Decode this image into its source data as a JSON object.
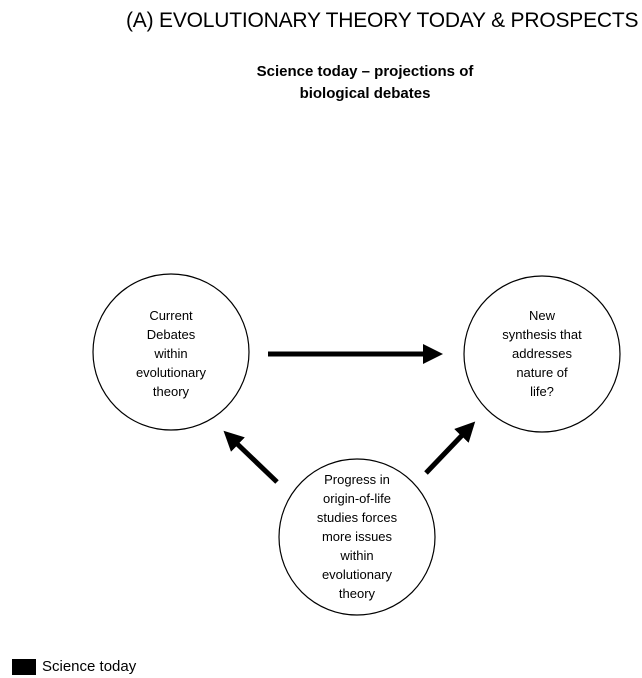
{
  "title": "(A) EVOLUTIONARY THEORY TODAY & PROSPECTS",
  "subtitle": {
    "line1": "Science today – projections of",
    "line2": "biological debates"
  },
  "nodes": {
    "current": {
      "lines": [
        "Current",
        "Debates",
        "within",
        "evolutionary",
        "theory"
      ]
    },
    "synthesis": {
      "lines": [
        "New",
        "synthesis that",
        "addresses",
        "nature of",
        "life?"
      ]
    },
    "origin": {
      "lines": [
        "Progress in",
        "origin-of-life",
        "studies forces",
        "more issues",
        "within",
        "evolutionary",
        "theory"
      ]
    }
  },
  "legend": {
    "label": "Science today",
    "color": "#000000"
  },
  "colors": {
    "stroke": "#000000",
    "background": "#ffffff"
  }
}
